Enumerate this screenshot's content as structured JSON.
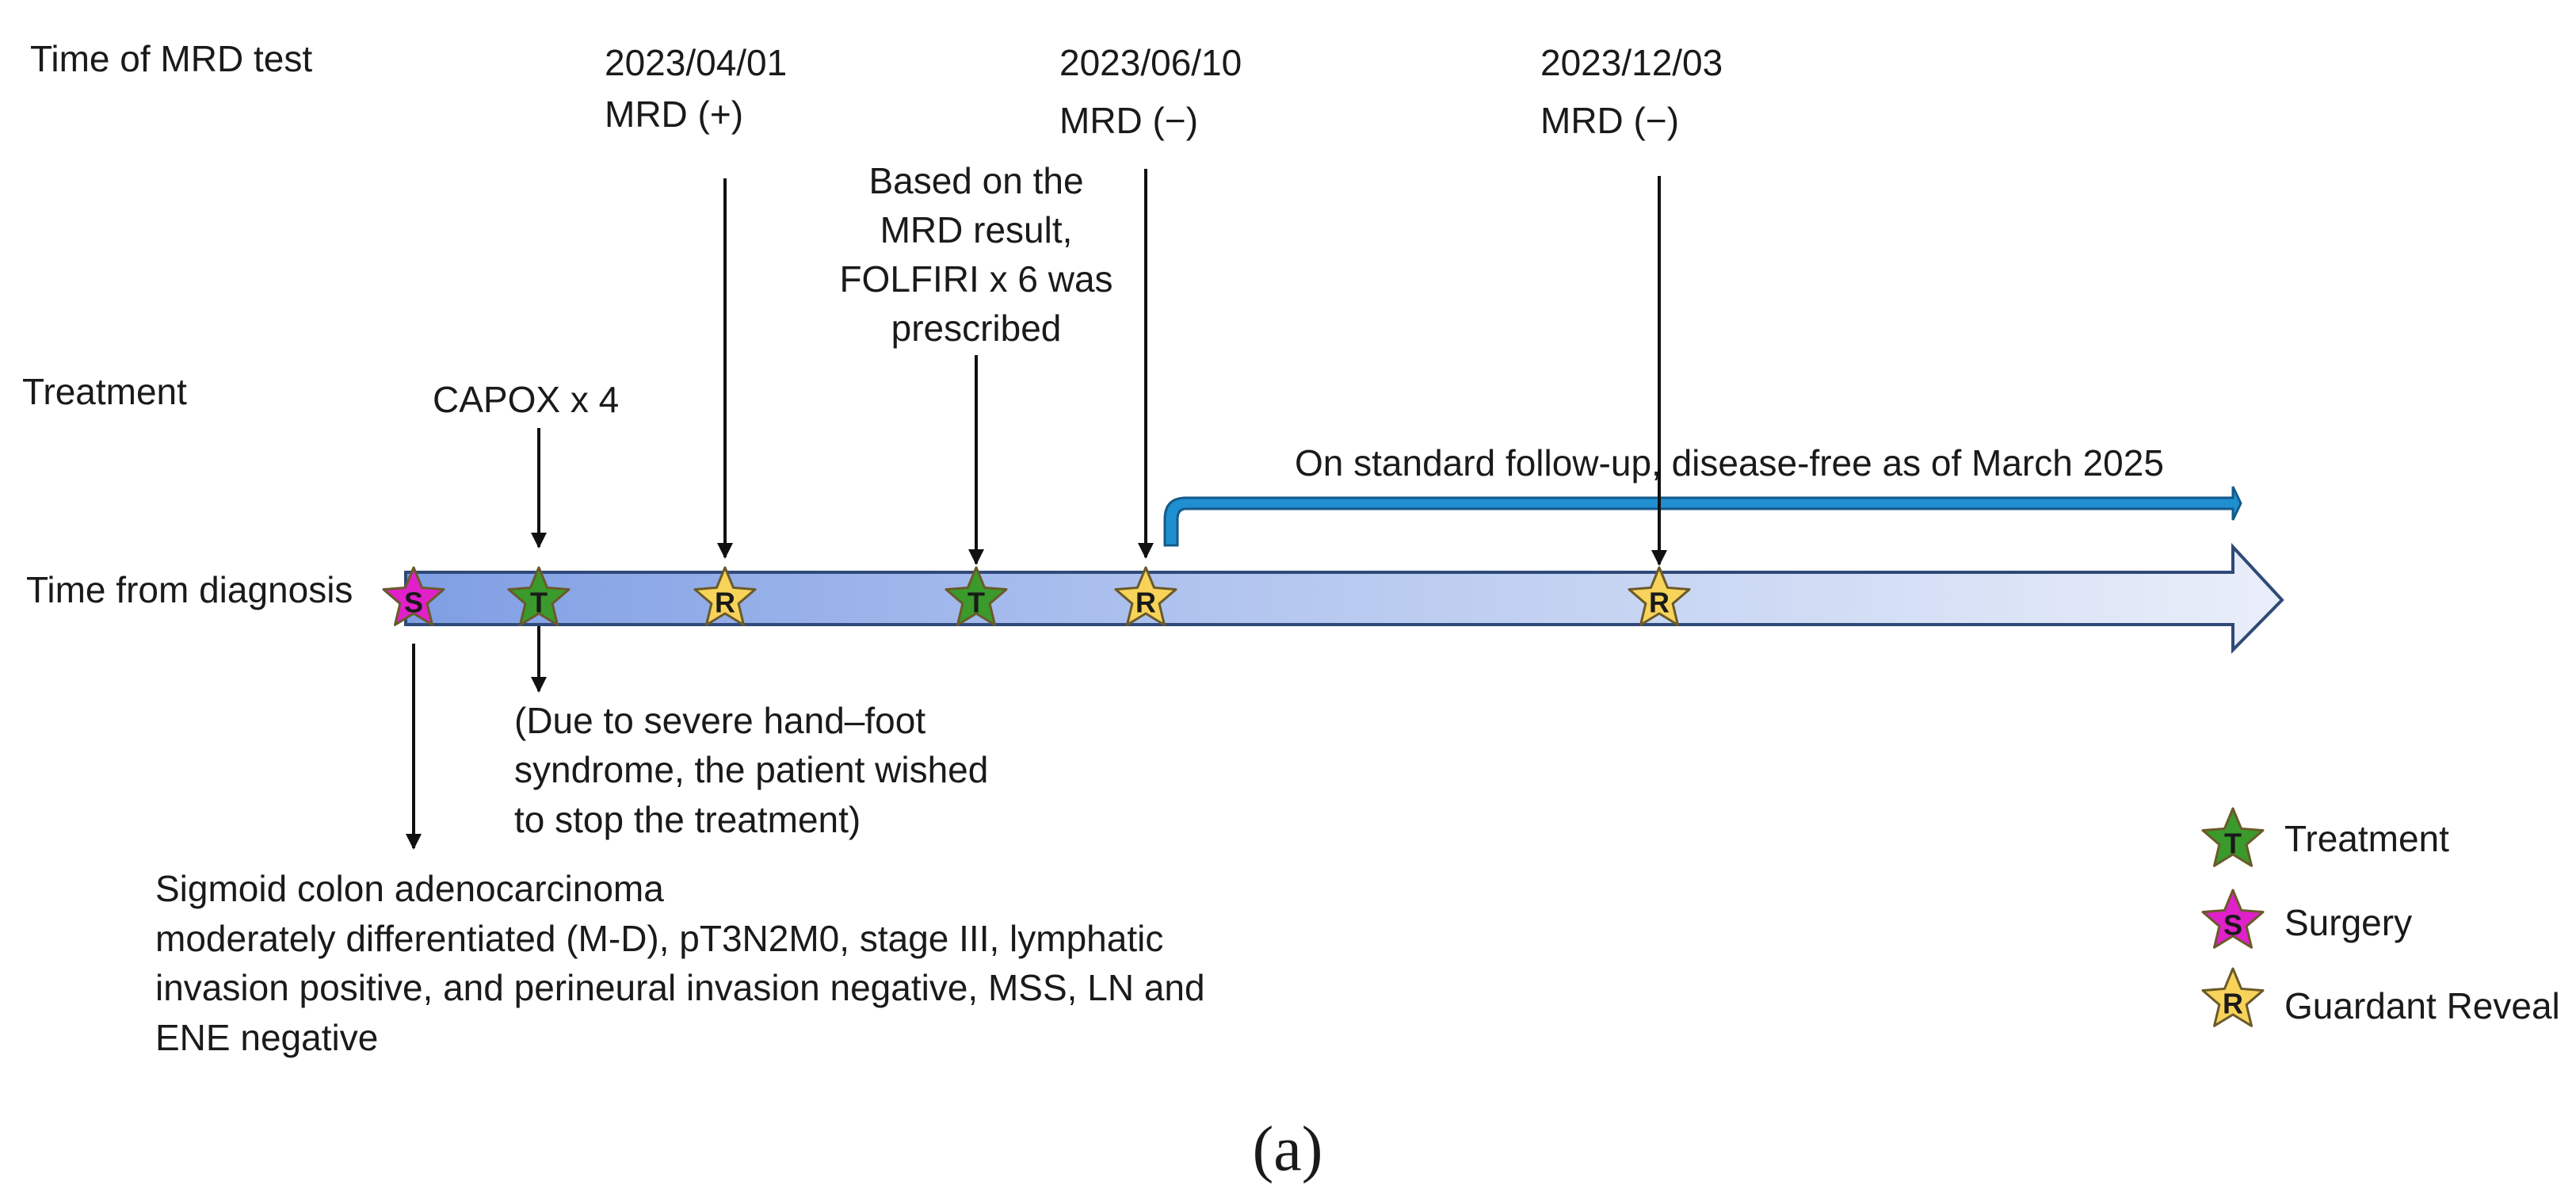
{
  "row_labels": {
    "mrd": "Time of MRD test",
    "treatment": "Treatment",
    "time": "Time from diagnosis"
  },
  "mrd_tests": [
    {
      "date": "2023/04/01",
      "result": "MRD (+)"
    },
    {
      "date": "2023/06/10",
      "result": "MRD (−)"
    },
    {
      "date": "2023/12/03",
      "result": "MRD (−)"
    }
  ],
  "treatments": {
    "capox": "CAPOX x 4",
    "folfiri": [
      "Based on the",
      "MRD result,",
      "FOLFIRI x 6 was",
      "prescribed"
    ]
  },
  "follow_up": "On standard follow-up, disease-free as of March 2025",
  "stop_note": [
    "(Due to severe hand–foot",
    "syndrome, the patient wished",
    "to stop the treatment)"
  ],
  "surgery_note": [
    "Sigmoid colon adenocarcinoma",
    "moderately differentiated (M-D), pT3N2M0, stage III, lymphatic",
    "invasion positive, and perineural invasion negative, MSS, LN and",
    "ENE negative"
  ],
  "timeline_events": [
    {
      "type": "S",
      "name": "surgery"
    },
    {
      "type": "T",
      "name": "treatment-capox"
    },
    {
      "type": "R",
      "name": "reveal-2023-04-01"
    },
    {
      "type": "T",
      "name": "treatment-folfiri"
    },
    {
      "type": "R",
      "name": "reveal-2023-06-10"
    },
    {
      "type": "R",
      "name": "reveal-2023-12-03"
    }
  ],
  "legend": [
    {
      "letter": "T",
      "label": "Treatment",
      "color": "#3a9a2c"
    },
    {
      "letter": "S",
      "label": "Surgery",
      "color": "#e020c8"
    },
    {
      "letter": "R",
      "label": "Guardant Reveal",
      "color": "#f7d35a"
    }
  ],
  "star_letters": {
    "T": "T",
    "S": "S",
    "R": "R"
  },
  "colors": {
    "surgery": "#e020c8",
    "treatment": "#3a9a2c",
    "reveal": "#f7d35a",
    "timeline_dark": "#7f9ee4",
    "timeline_light": "#e6ecf8",
    "timeline_border": "#2f4a78",
    "followup_arrow": "#1f8fd0"
  },
  "caption": "(a)"
}
